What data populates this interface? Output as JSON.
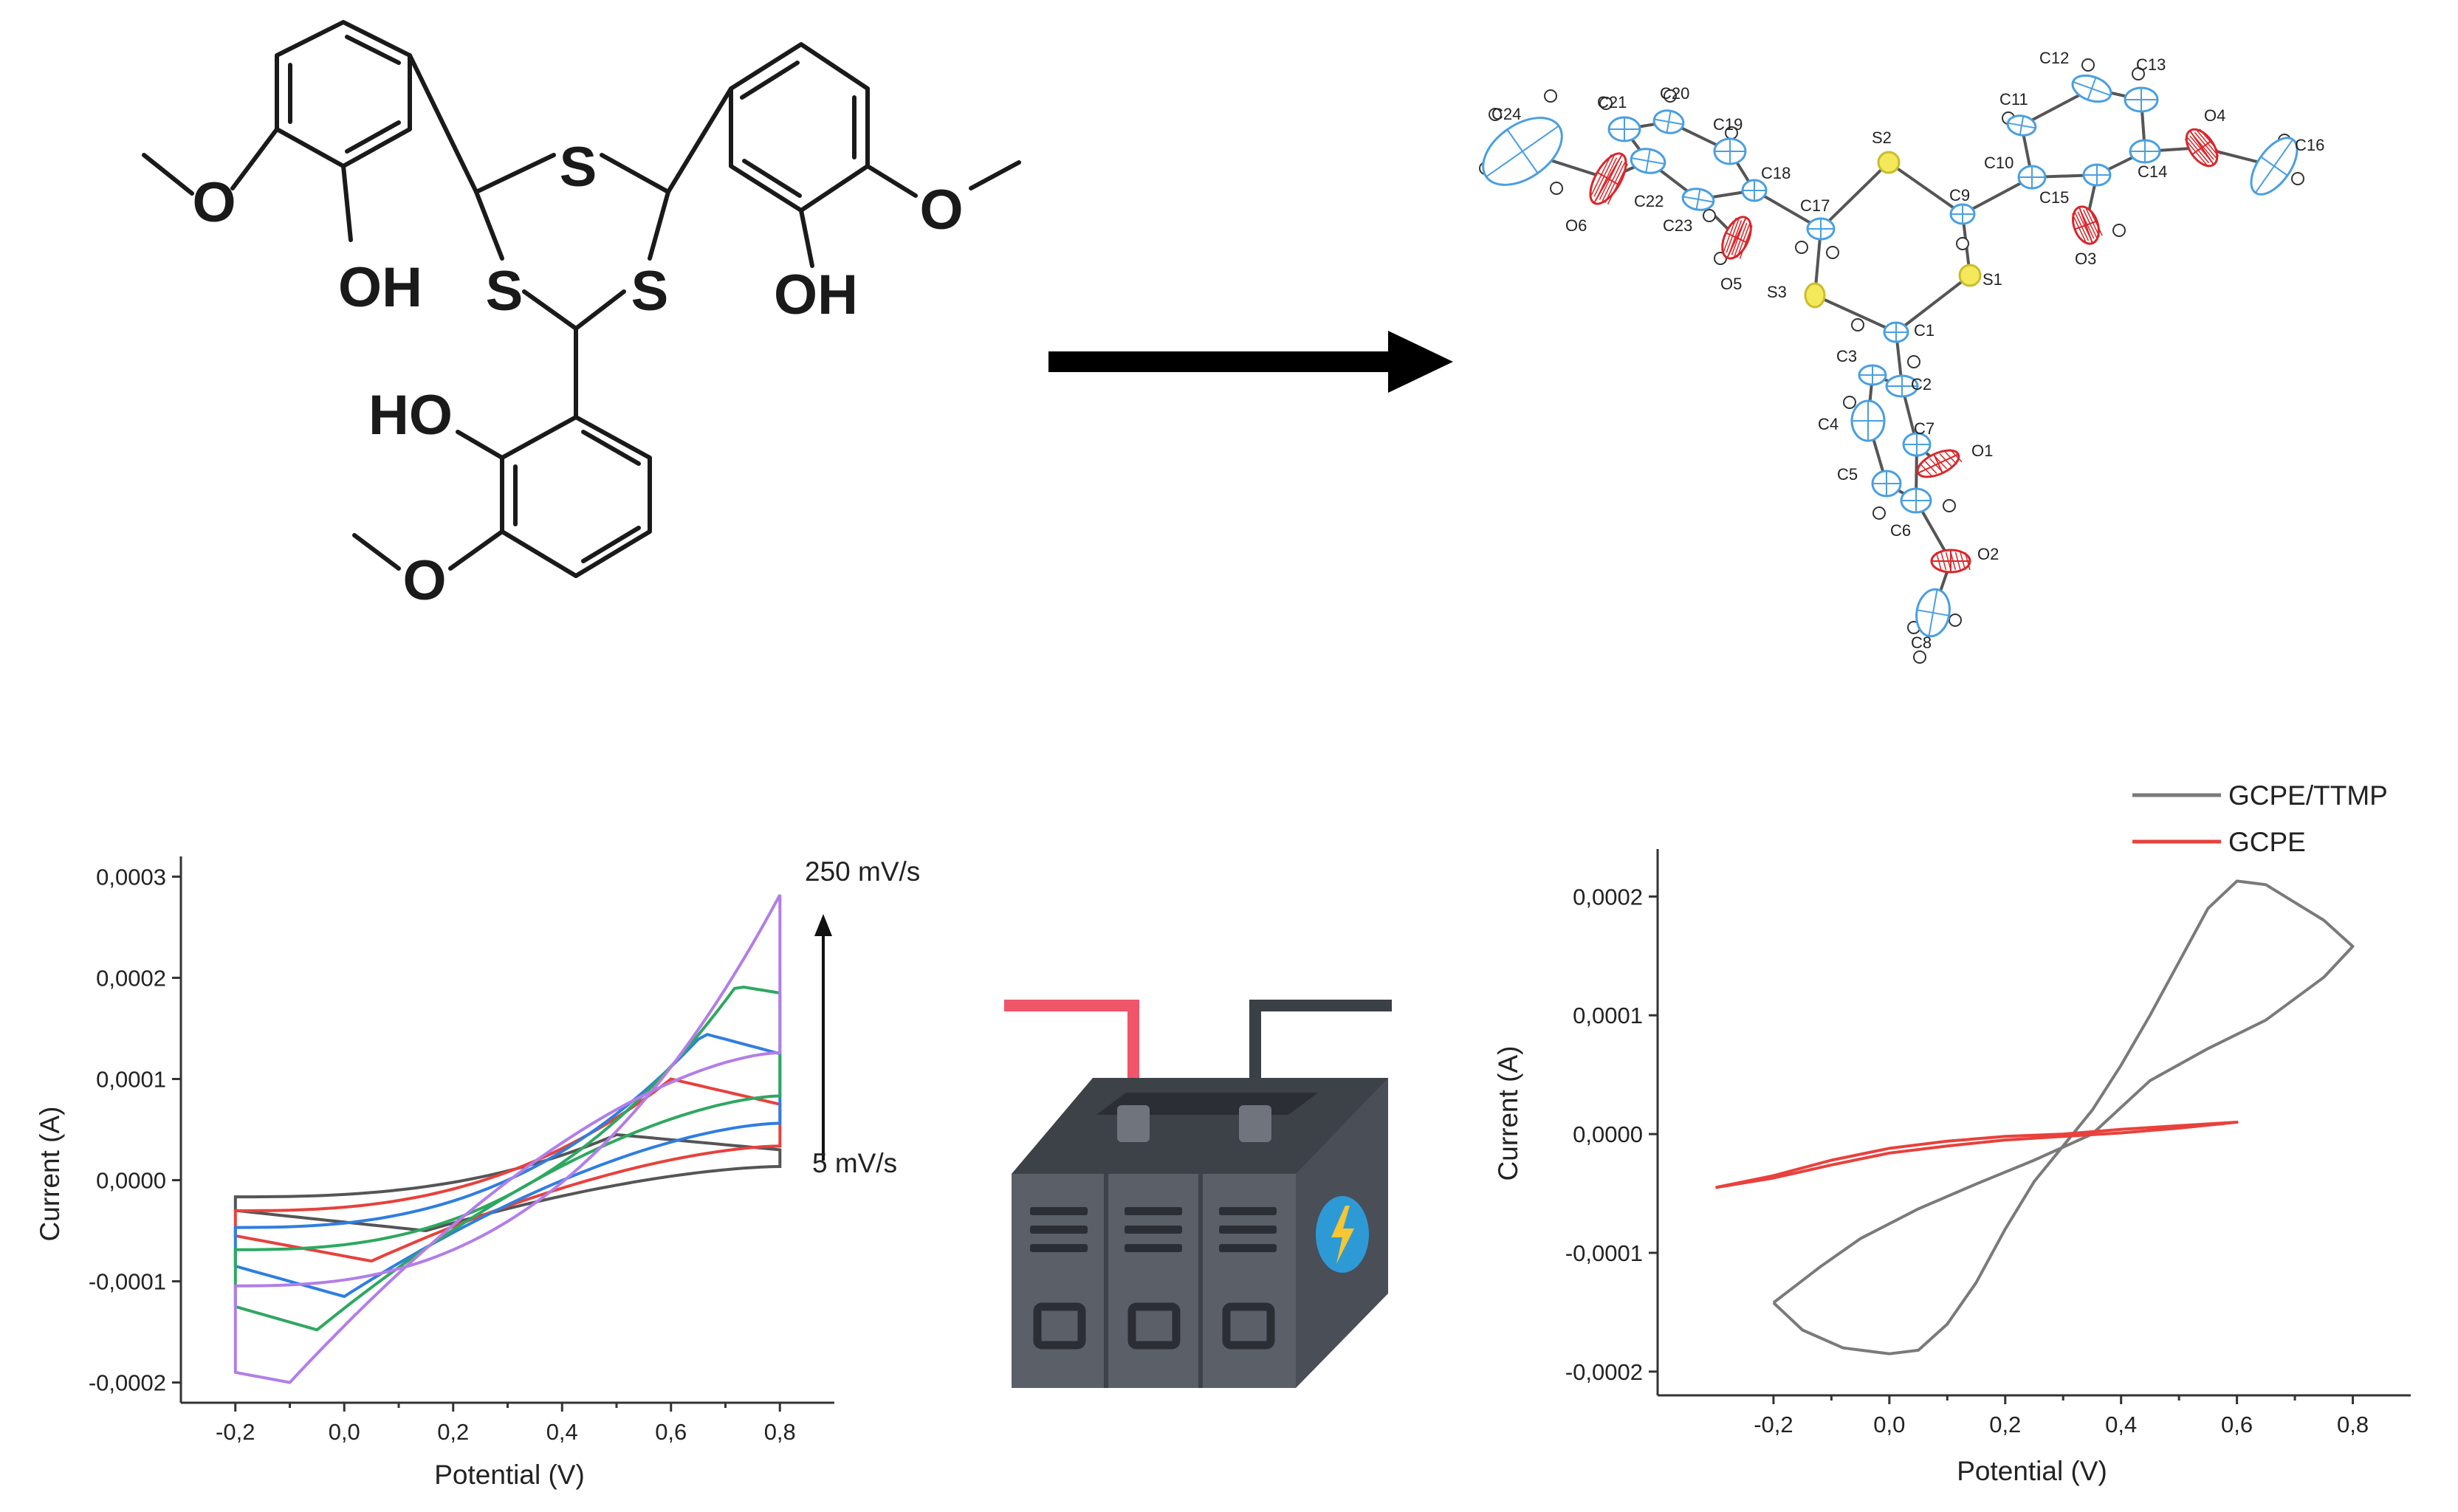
{
  "molecule": {
    "atom_labels": [
      "S",
      "S",
      "S",
      "O",
      "O",
      "O",
      "OH",
      "OH",
      "HO"
    ]
  },
  "ortep": {
    "labels": [
      "C24",
      "C21",
      "C20",
      "C19",
      "C18",
      "C22",
      "O6",
      "C23",
      "O5",
      "C17",
      "S3",
      "S2",
      "C9",
      "S1",
      "C1",
      "C10",
      "C11",
      "C12",
      "C13",
      "O4",
      "C16",
      "C14",
      "C15",
      "O3",
      "C3",
      "C2",
      "C4",
      "C7",
      "O1",
      "C5",
      "C6",
      "O2",
      "C8"
    ],
    "colors": {
      "carbon": "#4a9fe0",
      "oxygen": "#d9262a",
      "sulfur": "#f4e95a",
      "hydrogen": "#ffffff"
    }
  },
  "battery": {
    "colors": {
      "body": "#5a5f68",
      "top": "#3d4148",
      "red_wire": "#f0556a",
      "dark_wire": "#3b3f46",
      "badge": "#2d9ad6",
      "bolt": "#f6c633"
    }
  },
  "chart_data": [
    {
      "type": "line",
      "title": "",
      "xlabel": "Potential (V)",
      "ylabel": "Current (A)",
      "xlim": [
        -0.3,
        0.9
      ],
      "ylim": [
        -0.00022,
        0.00032
      ],
      "xticks": [
        -0.2,
        0.0,
        0.2,
        0.4,
        0.6,
        0.8
      ],
      "xtick_labels": [
        "-0,2",
        "0,0",
        "0,2",
        "0,4",
        "0,6",
        "0,8"
      ],
      "yticks": [
        0.0003,
        0.0002,
        0.0001,
        0.0,
        -0.0001,
        -0.0002
      ],
      "ytick_labels": [
        "0,0003",
        "0,0002",
        "0,0001",
        "0,0000",
        "-0,0001",
        "-0,0002"
      ],
      "annotations": [
        "250 mV/s",
        "5 mV/s"
      ],
      "series": [
        {
          "color": "#555555",
          "ipa": 4.5e-05,
          "ipc": -5e-05,
          "Epa": 0.5,
          "Epc": 0.15,
          "vmax": 3e-05,
          "vmin": -3e-05
        },
        {
          "color": "#e8413c",
          "ipa": 0.0001,
          "ipc": -8e-05,
          "Epa": 0.6,
          "Epc": 0.05,
          "vmax": 7.5e-05,
          "vmin": -5.5e-05
        },
        {
          "color": "#2f7ee0",
          "ipa": 0.000145,
          "ipc": -0.000115,
          "Epa": 0.66,
          "Epc": 0.0,
          "vmax": 0.000125,
          "vmin": -8.5e-05
        },
        {
          "color": "#2ea860",
          "ipa": 0.000192,
          "ipc": -0.000148,
          "Epa": 0.72,
          "Epc": -0.05,
          "vmax": 0.000185,
          "vmin": -0.000125
        },
        {
          "color": "#b27ee8",
          "ipa": 0.000282,
          "ipc": -0.0002,
          "Epa": 0.8,
          "Epc": -0.1,
          "vmax": 0.00028,
          "vmin": -0.00019
        }
      ]
    },
    {
      "type": "line",
      "title": "",
      "xlabel": "Potential (V)",
      "ylabel": "Current (A)",
      "xlim": [
        -0.4,
        0.9
      ],
      "ylim": [
        -0.00022,
        0.00024
      ],
      "xticks": [
        -0.2,
        0.0,
        0.2,
        0.4,
        0.6,
        0.8
      ],
      "xtick_labels": [
        "-0,2",
        "0,0",
        "0,2",
        "0,4",
        "0,6",
        "0,8"
      ],
      "yticks": [
        0.0002,
        0.0001,
        0.0,
        -0.0001,
        -0.0002
      ],
      "ytick_labels": [
        "0,0002",
        "0,0001",
        "0,0000",
        "-0,0001",
        "-0,0002"
      ],
      "legend": "top-right",
      "series": [
        {
          "name": "GCPE/TTMP",
          "color": "#7a7a7a",
          "points": [
            [
              -0.2,
              -0.000142
            ],
            [
              -0.15,
              -0.000165
            ],
            [
              -0.08,
              -0.00018
            ],
            [
              0.0,
              -0.000185
            ],
            [
              0.05,
              -0.000182
            ],
            [
              0.1,
              -0.00016
            ],
            [
              0.15,
              -0.000125
            ],
            [
              0.2,
              -8e-05
            ],
            [
              0.25,
              -4e-05
            ],
            [
              0.3,
              -1e-05
            ],
            [
              0.35,
              2e-05
            ],
            [
              0.4,
              5.8e-05
            ],
            [
              0.45,
              0.0001
            ],
            [
              0.5,
              0.000145
            ],
            [
              0.55,
              0.00019
            ],
            [
              0.6,
              0.000213
            ],
            [
              0.65,
              0.00021
            ],
            [
              0.7,
              0.000195
            ],
            [
              0.75,
              0.00018
            ],
            [
              0.8,
              0.000158
            ],
            [
              0.75,
              0.000132
            ],
            [
              0.65,
              9.6e-05
            ],
            [
              0.55,
              7.2e-05
            ],
            [
              0.45,
              4.5e-05
            ],
            [
              0.35,
              0.0
            ],
            [
              0.25,
              -2.2e-05
            ],
            [
              0.15,
              -4.2e-05
            ],
            [
              0.05,
              -6.3e-05
            ],
            [
              -0.05,
              -8.8e-05
            ],
            [
              -0.12,
              -0.000112
            ],
            [
              -0.2,
              -0.000142
            ]
          ]
        },
        {
          "name": "GCPE",
          "color": "#e8413c",
          "points": [
            [
              -0.3,
              -4.5e-05
            ],
            [
              -0.2,
              -3.5e-05
            ],
            [
              -0.1,
              -2.2e-05
            ],
            [
              0.0,
              -1.2e-05
            ],
            [
              0.1,
              -6e-06
            ],
            [
              0.2,
              -2e-06
            ],
            [
              0.3,
              0.0
            ],
            [
              0.4,
              4e-06
            ],
            [
              0.5,
              7e-06
            ],
            [
              0.6,
              1e-05
            ],
            [
              0.5,
              5e-06
            ],
            [
              0.4,
              1e-06
            ],
            [
              0.3,
              -2e-06
            ],
            [
              0.2,
              -5e-06
            ],
            [
              0.1,
              -1e-05
            ],
            [
              0.0,
              -1.6e-05
            ],
            [
              -0.1,
              -2.6e-05
            ],
            [
              -0.2,
              -3.7e-05
            ],
            [
              -0.3,
              -4.5e-05
            ]
          ]
        }
      ]
    }
  ]
}
